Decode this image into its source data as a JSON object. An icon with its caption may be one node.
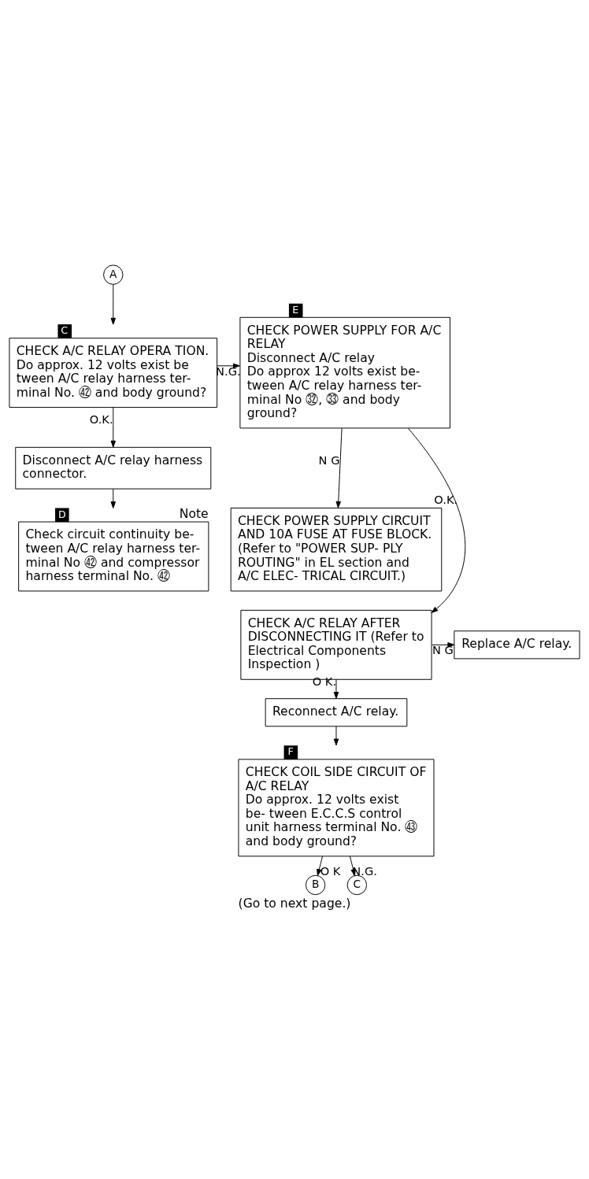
{
  "diagram": {
    "caption": "(Go to next page.)",
    "nodes": [
      {
        "text": [
          "A"
        ]
      },
      {
        "text": [
          "CHECK A/C RELAY OPERA TION.",
          "Do approx. 12 volts exist be tween A/C relay harness ter- minal No. ㊷ and body ground?"
        ],
        "beside": [
          "C"
        ]
      },
      {
        "text": [
          "CHECK POWER SUPPLY FOR A/C RELAY",
          "Disconnect A/C relay",
          "Do approx 12 volts exist be- tween A/C relay harness ter- minal No ㉜, ㉝ and body ground?"
        ],
        "beside": [
          "E"
        ]
      },
      {
        "text": [
          "Disconnect A/C relay harness connector."
        ]
      },
      {
        "text": [
          "Check circuit continuity be- tween A/C relay harness ter- minal No ㊷ and compressor harness terminal No. ㊷"
        ],
        "beside": [
          "D",
          "Note"
        ]
      },
      {
        "text": [
          "CHECK POWER SUPPLY CIRCUIT AND 10A FUSE AT FUSE BLOCK.",
          "(Refer to \"POWER SUP- PLY ROUTING\" in EL section and A/C ELEC- TRICAL CIRCUIT.)"
        ]
      },
      {
        "text": [
          "CHECK A/C RELAY AFTER DISCONNECTING IT (Refer to Electrical Components Inspection )"
        ]
      },
      {
        "text": [
          "Replace A/C relay."
        ]
      },
      {
        "text": [
          "Reconnect A/C relay."
        ]
      },
      {
        "text": [
          "CHECK COIL SIDE CIRCUIT OF A/C RELAY",
          "Do approx. 12 volts exist be- tween E.C.C.S control unit harness terminal No. ㊸ and body ground?"
        ],
        "beside": [
          "F"
        ]
      },
      {
        "text": [
          "B"
        ]
      },
      {
        "text": [
          "C"
        ]
      }
    ],
    "edges": [
      {
        "from": 0,
        "to": 1,
        "arrow": "to"
      },
      {
        "from": 1,
        "to": 2,
        "arrow": "to",
        "label": "N.G."
      },
      {
        "from": 1,
        "to": 3,
        "arrow": "to",
        "label": "O.K."
      },
      {
        "from": 3,
        "to": 4,
        "arrow": "to"
      },
      {
        "from": 2,
        "to": 6,
        "arrow": "to",
        "label": "O.K."
      },
      {
        "from": 2,
        "to": 5,
        "arrow": "to",
        "label": "N G"
      },
      {
        "from": 6,
        "to": 7,
        "arrow": "to",
        "label": "N G"
      },
      {
        "from": 6,
        "to": 8,
        "arrow": "to",
        "label": "O K."
      },
      {
        "from": 8,
        "to": 9,
        "arrow": "to"
      },
      {
        "from": 9,
        "to": 10,
        "arrow": "to",
        "label": "O K"
      },
      {
        "from": 9,
        "to": 11,
        "arrow": "to",
        "label": "N.G."
      }
    ]
  }
}
